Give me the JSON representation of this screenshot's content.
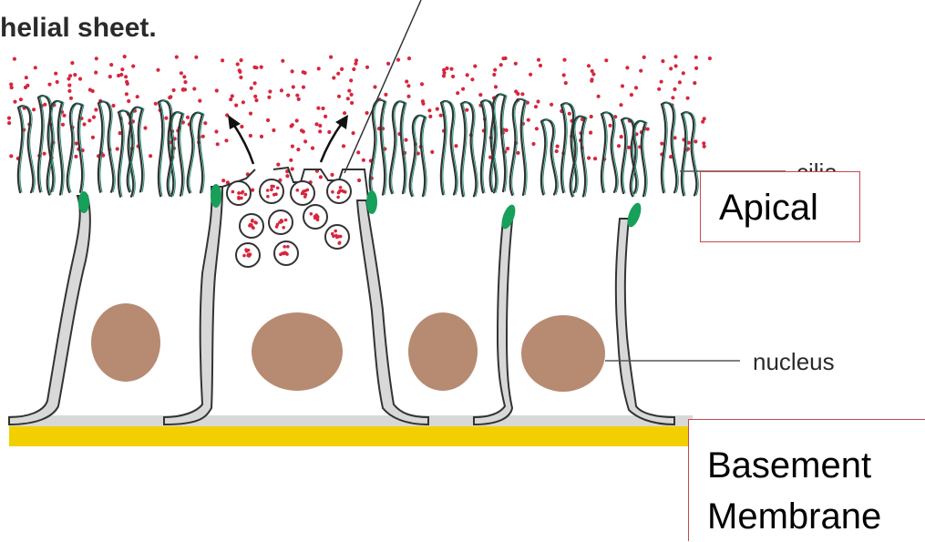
{
  "title": "helial sheet.",
  "labels": {
    "cilia": "cilia",
    "nucleus": "nucleus"
  },
  "callouts": {
    "apical": "Apical",
    "basement_line1": "Basement",
    "basement_line2": "Membrane"
  },
  "colors": {
    "mucus_dots": "#d7263d",
    "cilia": "#1f8a70",
    "junction": "#16a05a",
    "membrane_fill": "#d8d8d8",
    "nucleus": "#b78a72",
    "basal_lamina": "#f2d000",
    "callout_border": "#c44a4a"
  }
}
